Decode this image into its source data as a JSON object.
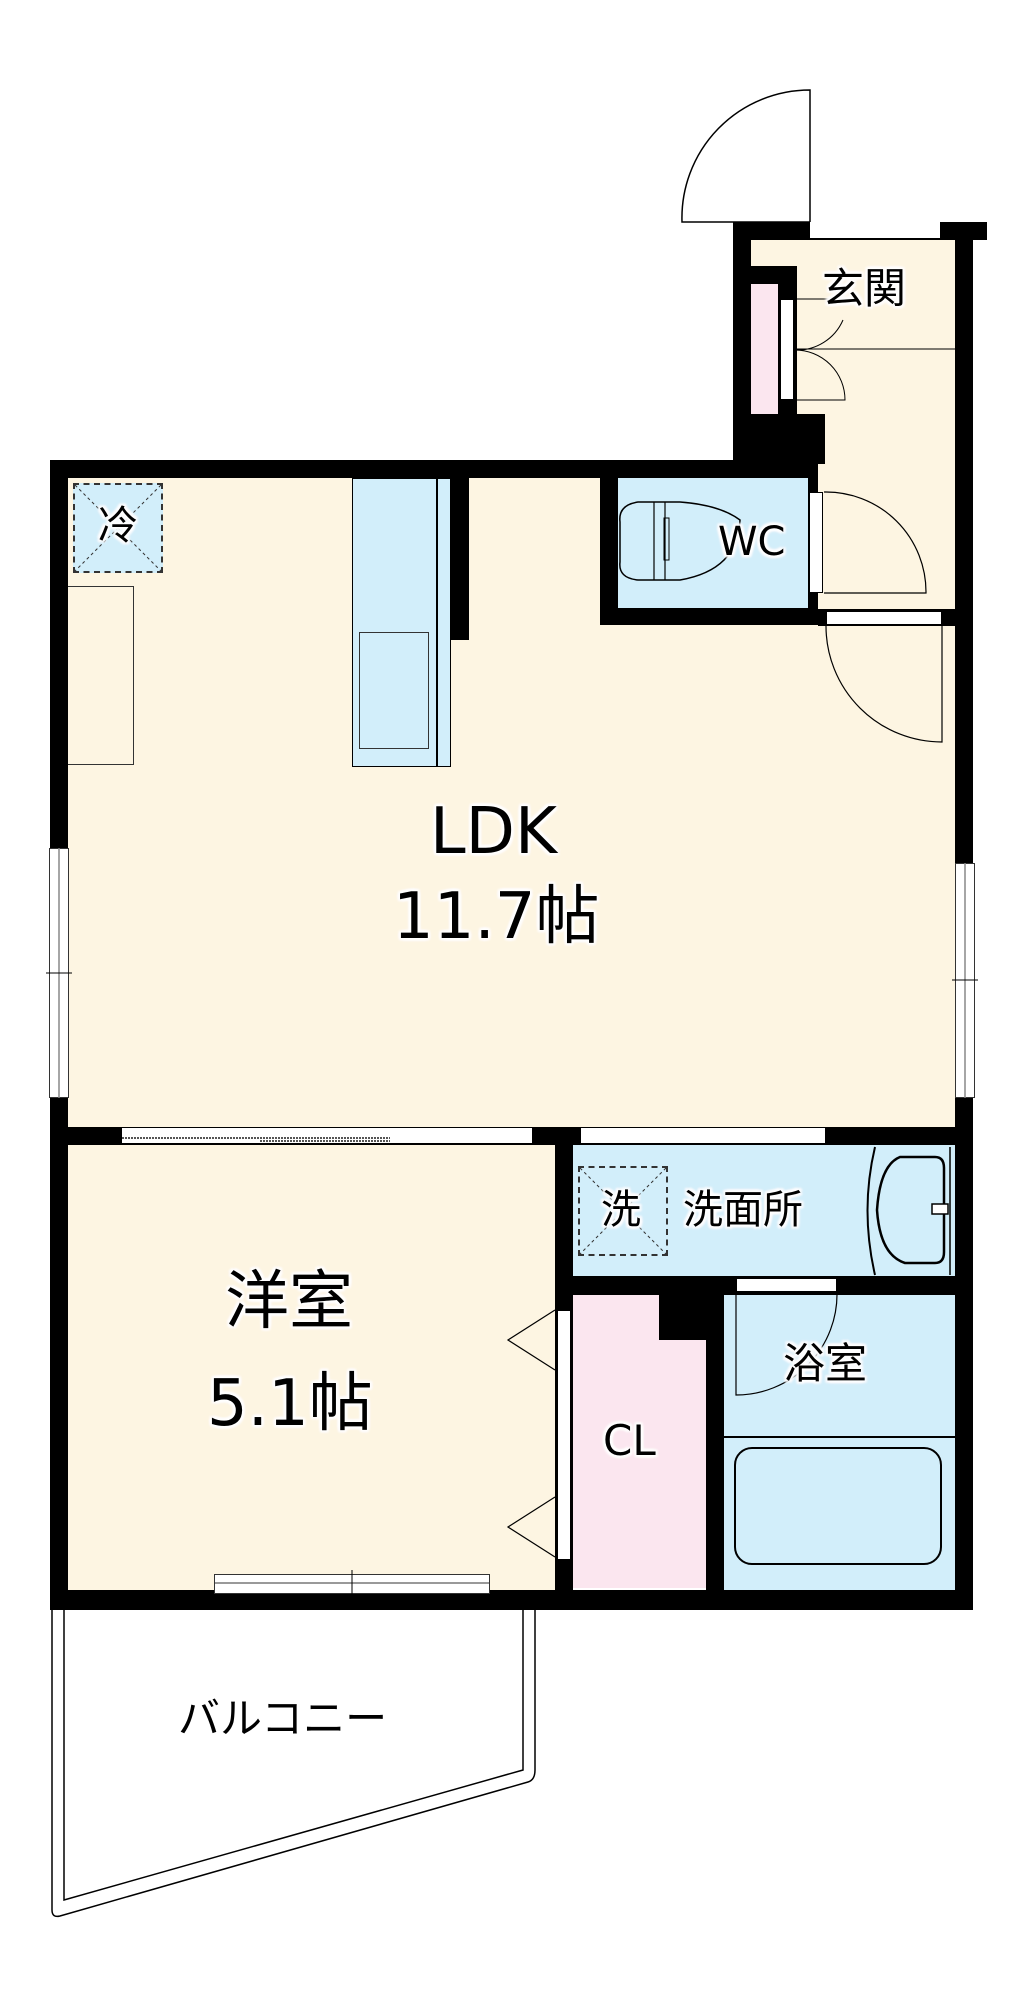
{
  "floor_plan": {
    "rooms": {
      "entrance": {
        "label": "玄関"
      },
      "wc": {
        "label": "WC"
      },
      "ldk": {
        "label": "LDK",
        "size": "11.7帖"
      },
      "western_room": {
        "label": "洋室",
        "size": "5.1帖"
      },
      "washroom": {
        "label": "洗面所"
      },
      "bathroom": {
        "label": "浴室"
      },
      "closet": {
        "label": "CL"
      },
      "balcony": {
        "label": "バルコニー"
      }
    },
    "appliance_markers": {
      "refrigerator": "冷",
      "washing_machine": "洗"
    },
    "colors": {
      "wall": "#000000",
      "living_floor": "#fdf5e2",
      "wet_area": "#d2eefa",
      "storage": "#fbe6ef"
    }
  }
}
